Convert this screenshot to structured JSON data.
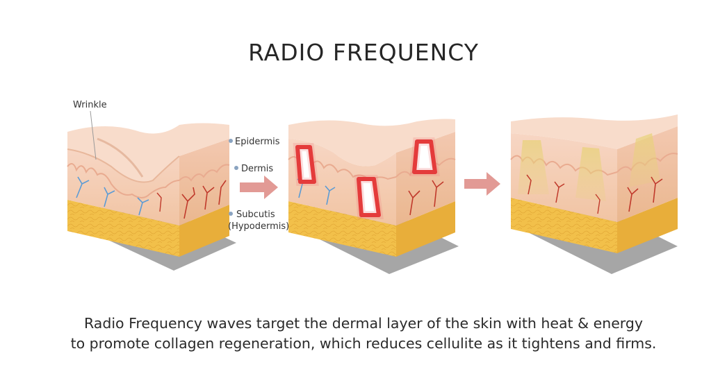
{
  "title": "RADIO FREQUENCY",
  "labels": {
    "wrinkle": "Wrinkle",
    "epidermis": "Epidermis",
    "dermis": "Dermis",
    "subcutis": "Subcutis",
    "hypodermis": "(Hypodermis)"
  },
  "caption": {
    "line1": "Radio Frequency waves target the dermal layer of the skin with heat & energy",
    "line2": "to promote collagen regeneration, which reduces cellulite as it tightens and firms."
  },
  "colors": {
    "epidermis": "#f6d3c0",
    "dermis": "#f3c6a6",
    "subcutis": "#f2c04a",
    "shadow": "#a6a6a6",
    "arrow": "#e29a95",
    "rf_heat": "#e02424",
    "collagen_glow": "#e8d27a"
  }
}
